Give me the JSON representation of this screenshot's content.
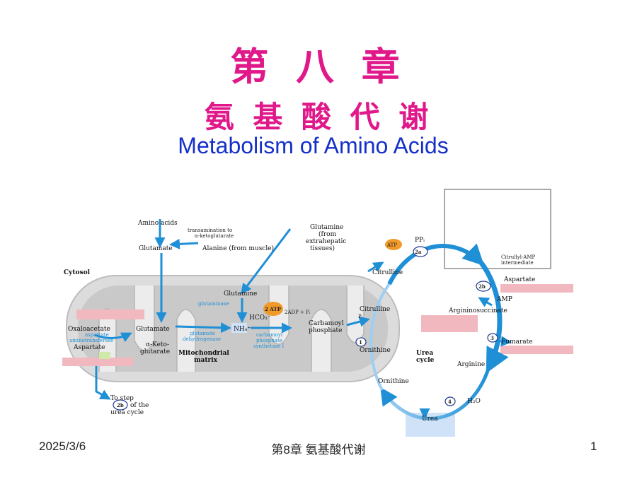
{
  "slide": {
    "title_line1": "第 八 章",
    "title_line2": "氨 基 酸 代 谢",
    "title_en": "Metabolism of Amino Acids"
  },
  "footer": {
    "date": "2025/3/6",
    "center": "第8章 氨基酸代谢",
    "page": "1"
  },
  "figure": {
    "amino_acids": "Amino acids",
    "transamination": "transamination to",
    "ketoglutarate": "α-ketoglutarate",
    "glutamate": "Glutamate",
    "alanine_muscle": "Alanine (from muscle)",
    "glutamine_ext": "Glutamine",
    "from": "(from",
    "extrahepatic": "extrahepatic",
    "tissues": "tissues)",
    "cytosol": "Cytosol",
    "glutamine": "Glutamine",
    "glutaminase": "glutaminase",
    "oxaloacetate": "Oxaloacetate",
    "aspartate_aminotransferase_1": "aspartate",
    "aspartate_aminotransferase_2": "aminotransferase",
    "aspartate": "Aspartate",
    "glutamate_mito": "Glutamate",
    "glutamate_dh_1": "glutamate",
    "glutamate_dh_2": "dehydrogenase",
    "alpha_keto_1": "α-Keto-",
    "alpha_keto_2": "glutarate",
    "mito_matrix_1": "Mitochondrial",
    "mito_matrix_2": "matrix",
    "nh4": "NH₄⁺",
    "atp2": "2 ATP",
    "adp": "2ADP + Pᵢ",
    "hco3": "HCO₃⁻",
    "cps1_1": "carbamoyl",
    "cps1_2": "phosphate",
    "cps1_3": "synthetase I",
    "carbamoyl_1": "Carbamoyl",
    "carbamoyl_2": "phosphate",
    "citrulline_top": "Citrulline",
    "citrulline_mito": "Citrulline",
    "pi": "Pᵢ",
    "ornithine_mito": "Ornithine",
    "ornithine_cyto": "Ornithine",
    "urea_cycle_1": "Urea",
    "urea_cycle_2": "cycle",
    "atp": "ATP",
    "ppi": "PPᵢ",
    "step_2a": "2a",
    "step_2b": "2b",
    "step_1": "1",
    "step_3": "3",
    "step_4": "4",
    "citrullyl_amp_1": "Citrullyl-AMP",
    "citrullyl_amp_2": "intermediate",
    "aspartate_right": "Aspartate",
    "amp": "AMP",
    "argininosuccinate": "Argininosuccinate",
    "fumarate": "Fumarate",
    "arginine": "Arginine",
    "h2o": "H₂O",
    "urea": "Urea",
    "to_step": "To step",
    "of_the": "of the",
    "urea_cycle_lc": "urea cycle"
  },
  "colors": {
    "title_cn": "#e0188a",
    "title_en": "#1530c8",
    "arrow_blue": "#1f8fd6",
    "mito_gray": "#d6d6d6",
    "pink_box": "#f2b8c0",
    "blue_box": "#cfe2f7",
    "atp_orange": "#f09a2a"
  }
}
